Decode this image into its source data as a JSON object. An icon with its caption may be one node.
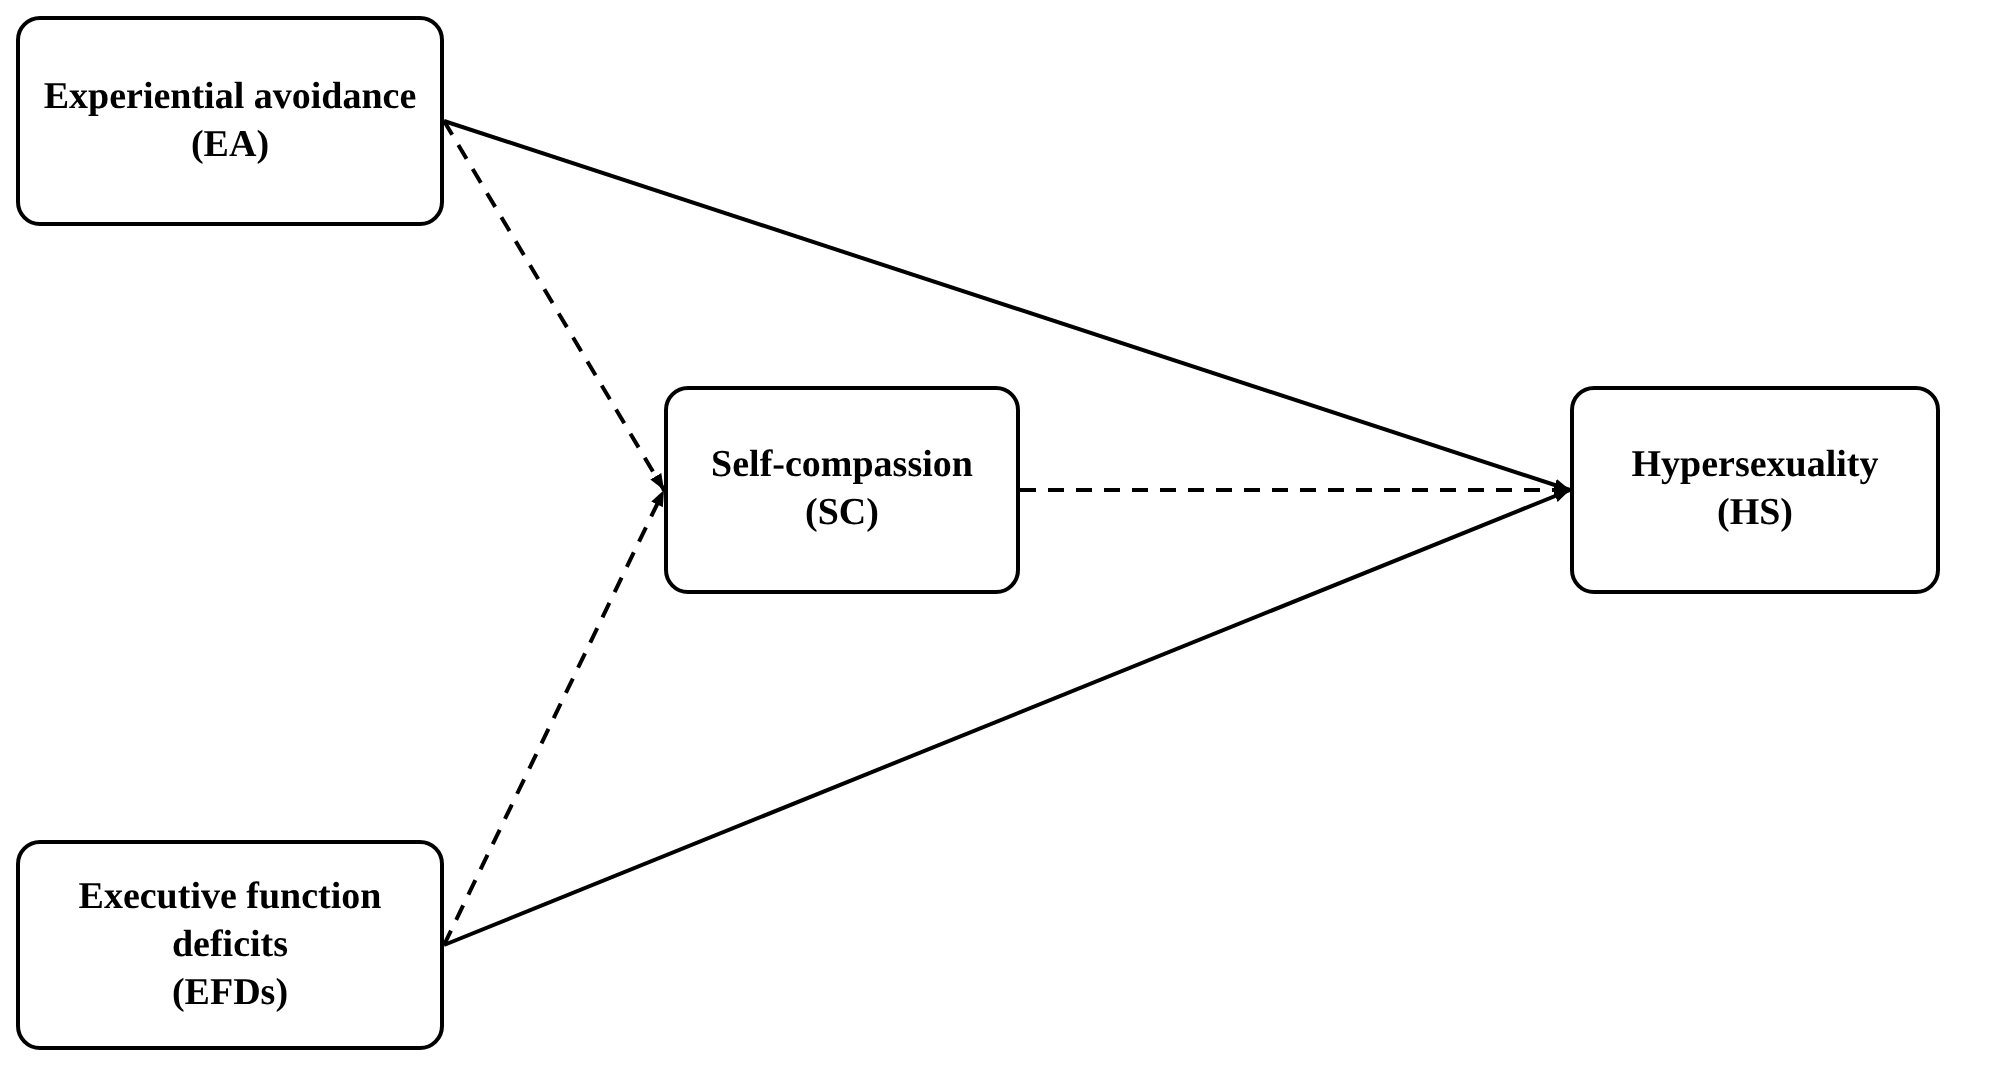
{
  "diagram": {
    "nodes": [
      {
        "text": [
          "Experiential avoidance",
          "(EA)"
        ]
      },
      {
        "text": [
          "Self-compassion",
          "(SC)"
        ]
      },
      {
        "text": [
          "Hypersexuality",
          "(HS)"
        ]
      },
      {
        "text": [
          "Executive function deficits",
          "(EFDs)"
        ]
      }
    ],
    "edges": [
      {
        "from": 0,
        "to": 2,
        "arrow": "to"
      },
      {
        "from": 0,
        "to": 1,
        "arrow": "to",
        "style": "dashed"
      },
      {
        "from": 3,
        "to": 1,
        "arrow": "to",
        "style": "dashed"
      },
      {
        "from": 3,
        "to": 2,
        "arrow": "to"
      },
      {
        "from": 1,
        "to": 2,
        "arrow": "to",
        "style": "dashed"
      }
    ]
  }
}
